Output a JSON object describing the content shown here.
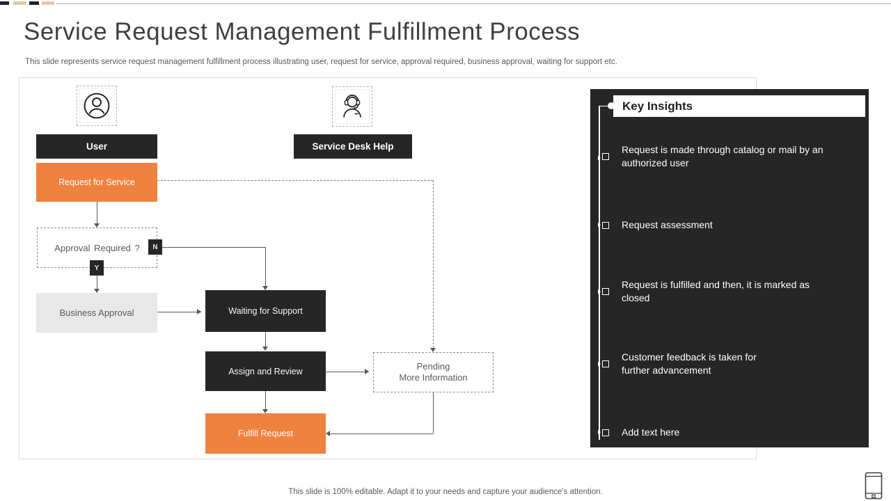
{
  "slide": {
    "title": "Service Request Management Fulfillment Process",
    "subtitle": "This slide represents service request management fulfillment process illustrating user, request for service, approval required, business approval, waiting for support etc.",
    "footer": "This slide is 100% editable. Adapt it to your needs and capture your audience's attention."
  },
  "flowchart": {
    "lanes": [
      {
        "label": "User",
        "icon": "user-icon"
      },
      {
        "label": "Service Desk Help",
        "icon": "support-agent-icon"
      }
    ],
    "nodes": {
      "request_for_service": "Request for Service",
      "approval_required": "Approval Required ?",
      "decision_no": "N",
      "decision_yes": "Y",
      "business_approval": "Business Approval",
      "waiting_for_support": "Waiting for Support",
      "assign_and_review": "Assign and Review",
      "pending_line1": "Pending",
      "pending_line2": "More Information",
      "fulfill_request": "Fulfill Request"
    }
  },
  "key_insights": {
    "title": "Key Insights",
    "items": [
      "Request is made through catalog or mail by an authorized user",
      "Request assessment",
      "Request is fulfilled and then, it is marked as closed",
      "Customer feedback is taken for further advancement",
      "Add text here"
    ]
  },
  "colors": {
    "accent_orange": "#F0823F",
    "dark": "#262626",
    "tan_dash": "#E5C9A5",
    "light_gray_box": "#E8E8E8"
  }
}
